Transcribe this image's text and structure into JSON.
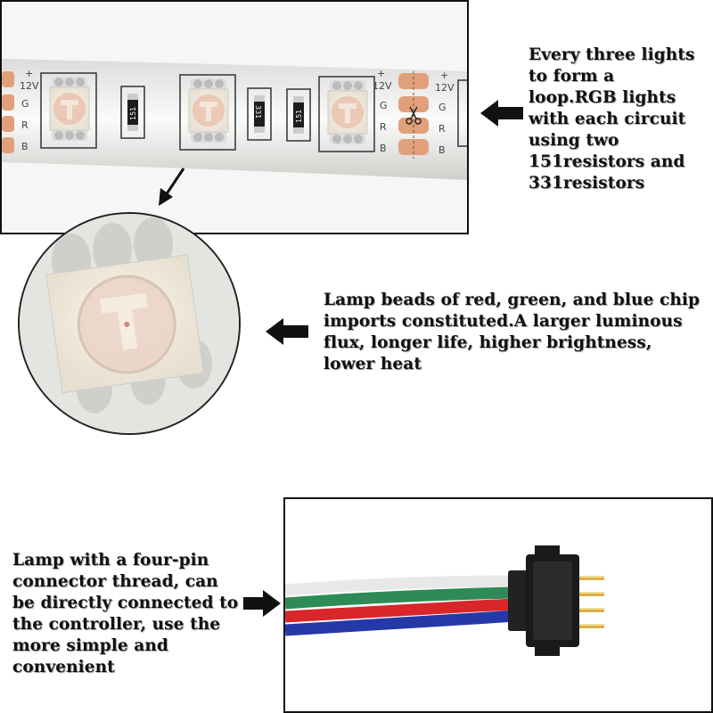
{
  "captions": {
    "strip": "Every three lights to form a loop.RGB lights with each circuit using two 151resistors and 331resistors",
    "lamp": "Lamp beads of red, green, and blue chip imports constituted.A larger luminous flux, longer life, higher brightness, lower heat",
    "connector": "Lamp with a four-pin connector thread, can be directly connected to the controller, use the more simple and convenient"
  },
  "strip_labels": {
    "plus": "+",
    "voltage": "12V",
    "g": "G",
    "r": "R",
    "b": "B",
    "resistor_a": "151",
    "resistor_b": "331"
  },
  "icons": {
    "arrow": "left-arrow-icon",
    "pointer": "down-left-arrow-icon",
    "cut": "scissors-icon"
  },
  "colors": {
    "copper": "#e2a07a",
    "wire_white": "#f2f2f2",
    "wire_green": "#2e8b57",
    "wire_red": "#d8262a",
    "wire_blue": "#2438a8",
    "connector_body": "#1a1a1a"
  }
}
